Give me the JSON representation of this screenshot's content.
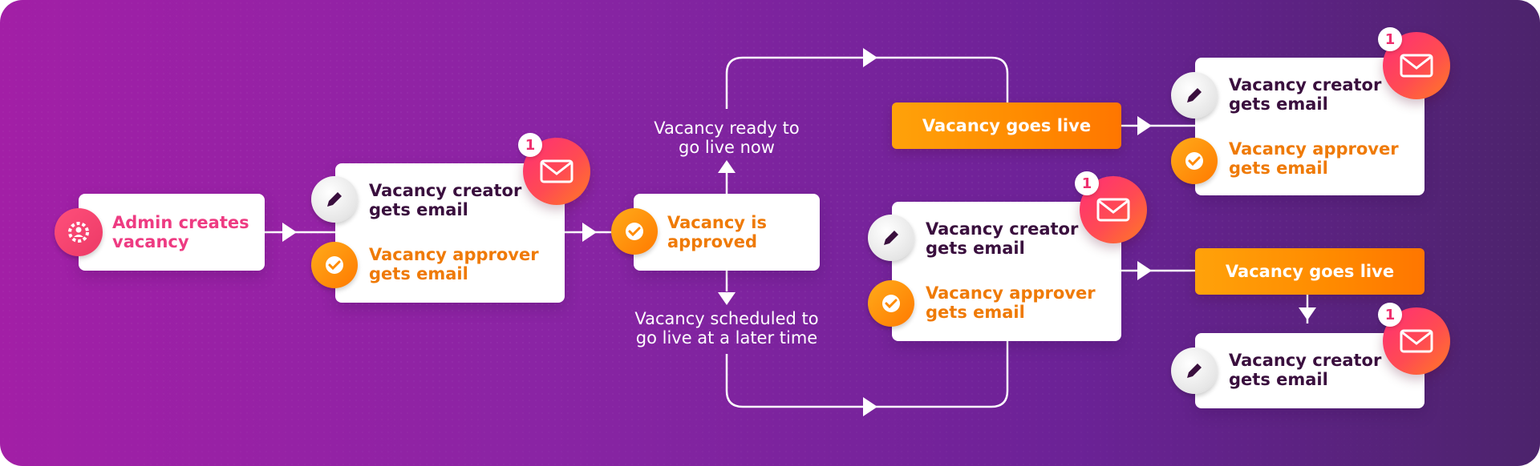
{
  "steps": {
    "admin_creates": "Admin creates\nvacancy",
    "creator_email": "Vacancy creator\ngets email",
    "approver_email": "Vacancy approver\ngets email",
    "approved": "Vacancy is\napproved",
    "ready_now": "Vacancy ready to\ngo live now",
    "scheduled": "Vacancy scheduled to\ngo live at a later time",
    "goes_live": "Vacancy goes live"
  },
  "badge_count": "1",
  "colors": {
    "accent_orange": "#ff8a00",
    "accent_pink": "#ee3b82",
    "dark_text": "#3a0f3e",
    "background_start": "#a21fa6",
    "background_end": "#4c236c"
  },
  "icons": [
    "user-gear-icon",
    "pencil-icon",
    "check-badge-icon",
    "envelope-icon",
    "arrow-right-icon",
    "arrow-up-icon",
    "arrow-down-icon"
  ]
}
